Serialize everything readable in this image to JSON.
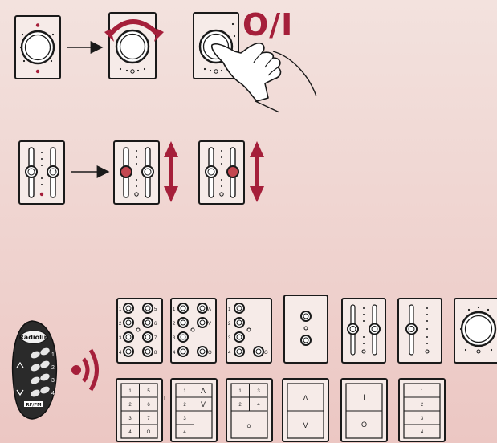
{
  "colors": {
    "accent": "#a51f3a",
    "ink": "#1a1a1a",
    "frame": "#f4e7e4",
    "body": "#2a2a2a"
  },
  "step1": {
    "power_label": "O/I"
  },
  "remote": {
    "brand": "Radiolin",
    "badge_label": "RF/FM",
    "keys": [
      "1",
      "2",
      "3",
      "4"
    ]
  },
  "panels": {
    "top_row": {
      "p1": {
        "left": [
          "1",
          "2",
          "3",
          "4"
        ],
        "right": [
          "5",
          "6",
          "7",
          "8"
        ]
      },
      "p2": {
        "left": [
          "1",
          "2",
          "3",
          "4"
        ],
        "right": [
          "Λ",
          "V",
          "O"
        ]
      },
      "p3": {
        "left": [
          "1",
          "2",
          "3",
          "4"
        ],
        "right": [
          "O"
        ]
      }
    },
    "bottom_row": {
      "b1": {
        "cells": [
          "1",
          "5",
          "2",
          "6",
          "3",
          "7",
          "4",
          "O"
        ],
        "side": "I"
      },
      "b2": {
        "cells": [
          "1",
          "Λ",
          "2",
          "V",
          "3",
          "4"
        ]
      },
      "b3": {
        "cells": [
          "1",
          "3",
          "2",
          "4",
          "O"
        ]
      },
      "b4": {
        "cells": [
          "Λ",
          "V"
        ]
      },
      "b5": {
        "cells": [
          "I",
          "O"
        ]
      },
      "b6": {
        "cells": [
          "1",
          "2",
          "3",
          "4"
        ]
      }
    }
  }
}
